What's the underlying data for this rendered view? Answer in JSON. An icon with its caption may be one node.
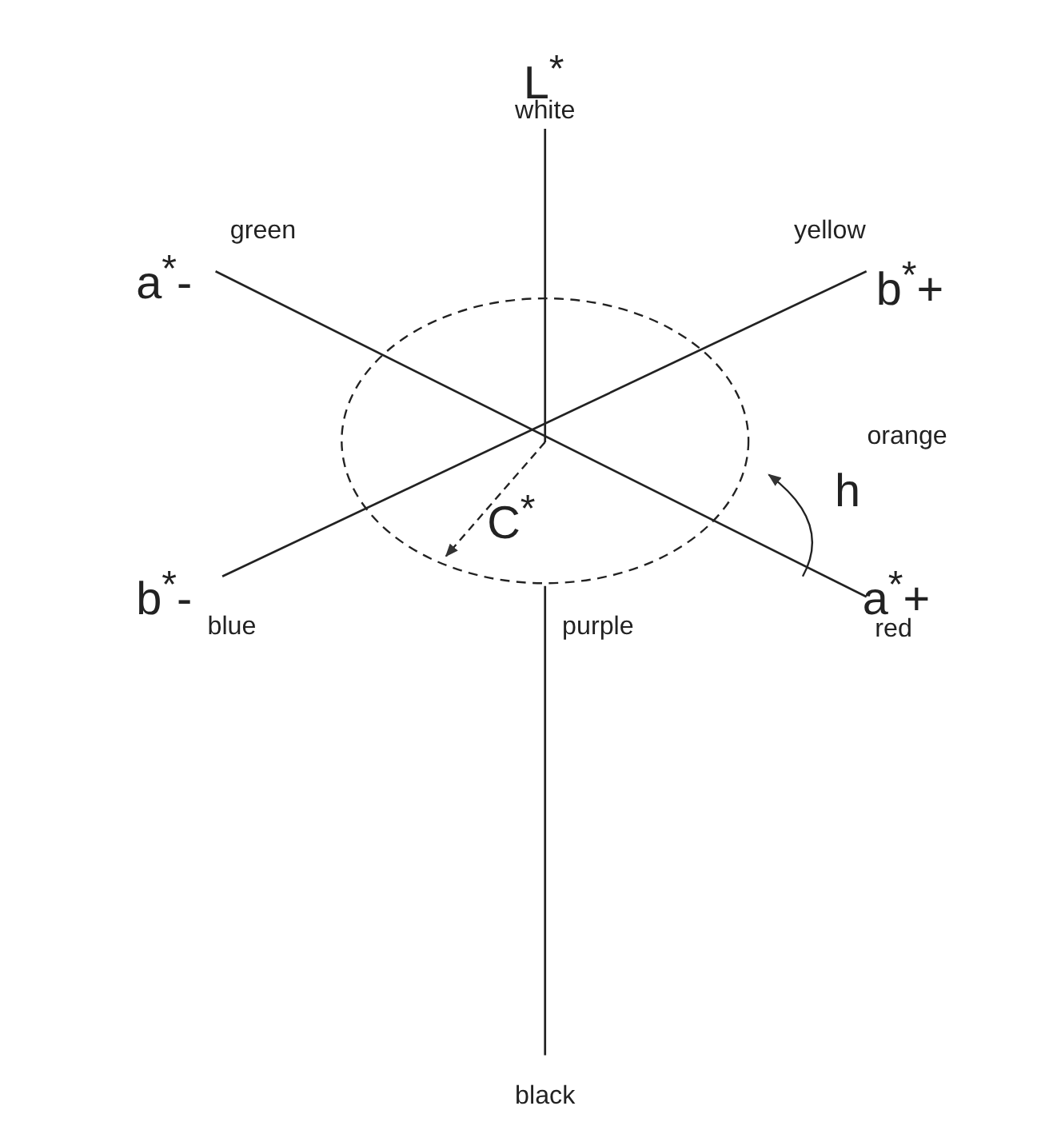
{
  "diagram": {
    "labels": [
      "L$^{*}$",
      "white",
      "a$^{*}$-",
      "green",
      "yellow",
      "b$^{*}$+",
      "orange",
      "h",
      "C$^{*}$",
      "b$^{*}$-",
      "blue",
      "purple",
      "a$^{*}$+",
      "red",
      "black"
    ]
  }
}
